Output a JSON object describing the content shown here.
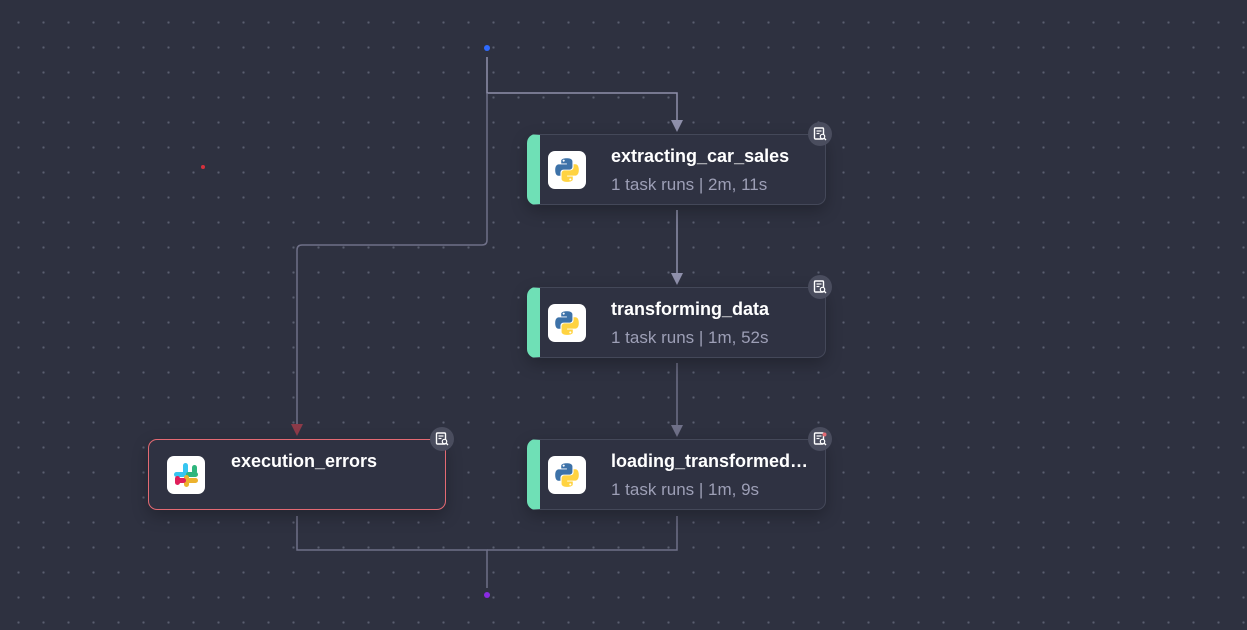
{
  "flow": {
    "nodes": [
      {
        "id": "extract",
        "kind": "task",
        "icon": "python-icon",
        "title": "extracting_car_sales",
        "subtitle": "1 task runs | 2m, 11s"
      },
      {
        "id": "transform",
        "kind": "task",
        "icon": "python-icon",
        "title": "transforming_data",
        "subtitle": "1 task runs | 1m, 52s"
      },
      {
        "id": "load",
        "kind": "task",
        "icon": "python-icon",
        "title": "loading_transformed_data",
        "subtitle": "1 task runs | 1m, 9s"
      },
      {
        "id": "errors",
        "kind": "error-handler",
        "icon": "slack-icon",
        "title": "execution_errors",
        "subtitle": ""
      }
    ],
    "edges": [
      {
        "from": "start",
        "to": "extract"
      },
      {
        "from": "start",
        "to": "errors"
      },
      {
        "from": "extract",
        "to": "transform"
      },
      {
        "from": "transform",
        "to": "load"
      },
      {
        "from": "load",
        "to": "end"
      },
      {
        "from": "errors",
        "to": "end"
      }
    ],
    "badges": [
      {
        "node": "extract",
        "icon": "task-logs-icon"
      },
      {
        "node": "transform",
        "icon": "task-logs-icon"
      },
      {
        "node": "load",
        "icon": "task-logs-error-icon"
      },
      {
        "node": "errors",
        "icon": "task-logs-icon"
      }
    ]
  },
  "colors": {
    "background": "#2e3140",
    "edge": "#8f90ab",
    "task_accent": "#6fe0b6",
    "error_border": "#e46a73",
    "start_dot": "#2f6bff",
    "end_dot": "#8a2be2",
    "marker_dot": "#d6303c"
  }
}
